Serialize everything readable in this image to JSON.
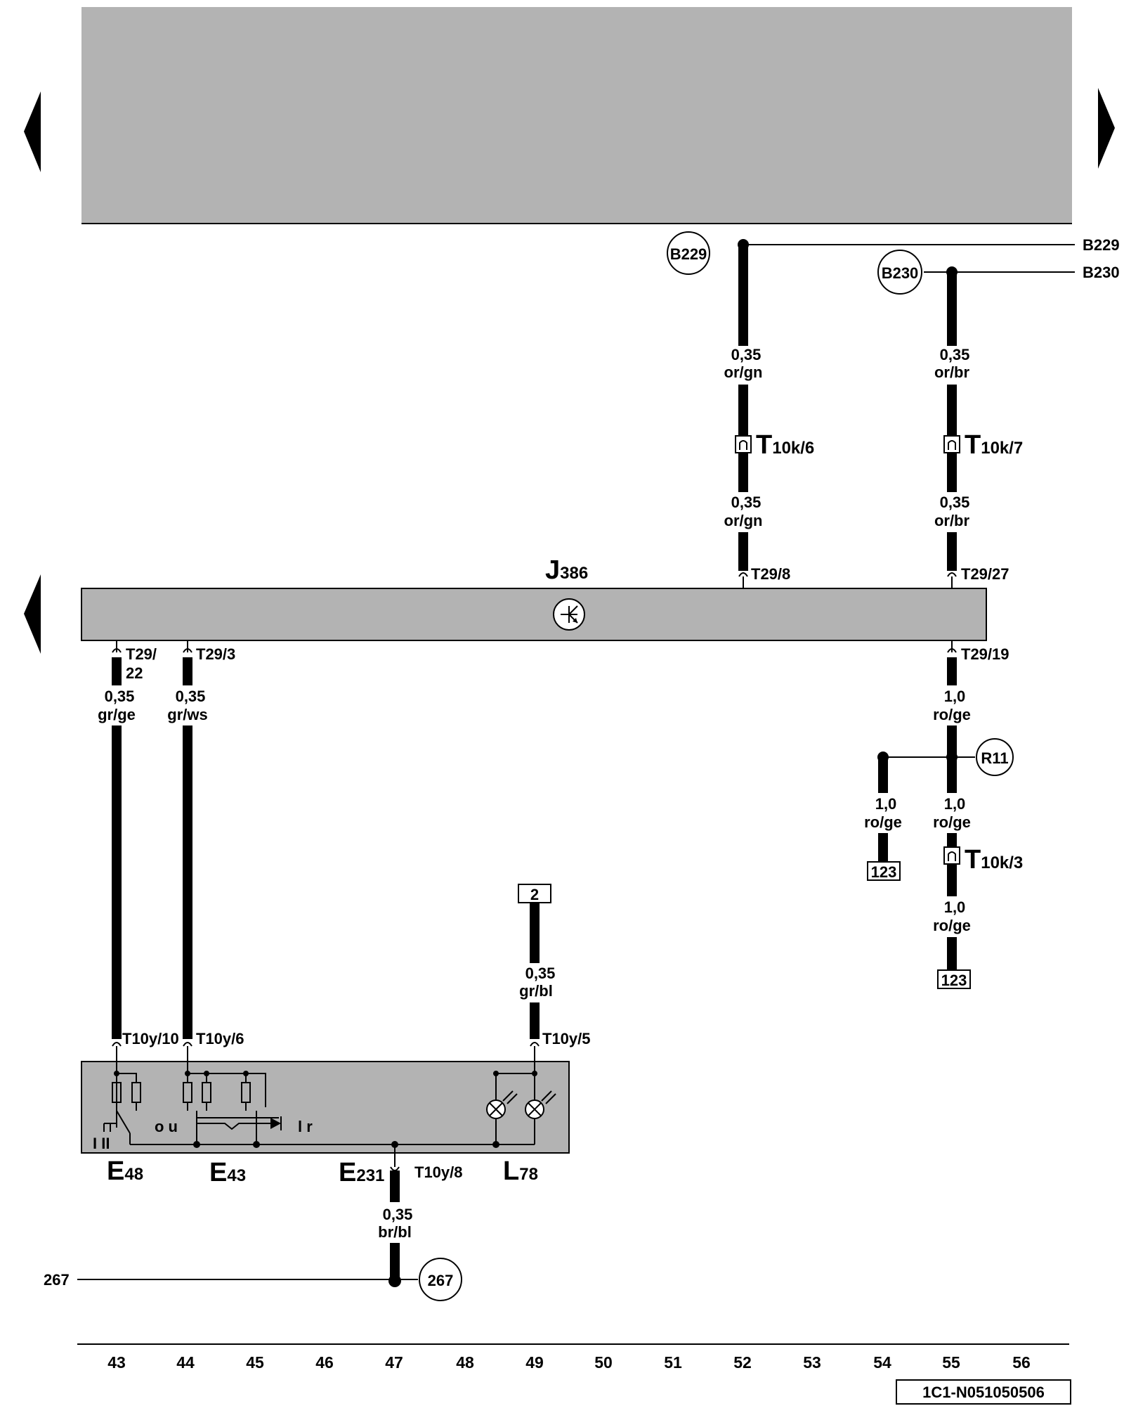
{
  "components": {
    "j386": "J",
    "j386_sub": "386",
    "e48": "E",
    "e48_sub": "48",
    "e43": "E",
    "e43_sub": "43",
    "e231": "E",
    "e231_sub": "231",
    "l78": "L",
    "l78_sub": "78"
  },
  "connectors": {
    "t10k6": "T",
    "t10k6_sub": "10k/6",
    "t10k7": "T",
    "t10k7_sub": "10k/7",
    "t10k3": "T",
    "t10k3_sub": "10k/3"
  },
  "pins": {
    "t29_8": "T29/8",
    "t29_27": "T29/27",
    "t29_22a": "T29/",
    "t29_22b": "22",
    "t29_3": "T29/3",
    "t29_19": "T29/19",
    "t10y_10": "T10y/10",
    "t10y_6": "T10y/6",
    "t10y_5": "T10y/5",
    "t10y_8": "T10y/8"
  },
  "wires": {
    "w52a_size": "0,35",
    "w52a_color": "or/gn",
    "w52b_size": "0,35",
    "w52b_color": "or/gn",
    "w55a_size": "0,35",
    "w55a_color": "or/br",
    "w55b_size": "0,35",
    "w55b_color": "or/br",
    "w43_size": "0,35",
    "w43_color": "gr/ge",
    "w44_size": "0,35",
    "w44_color": "gr/ws",
    "w55c_size": "1,0",
    "w55c_color": "ro/ge",
    "w54_size": "1,0",
    "w54_color": "ro/ge",
    "w55d_size": "1,0",
    "w55d_color": "ro/ge",
    "w55e_size": "1,0",
    "w55e_color": "ro/ge",
    "w49_size": "0,35",
    "w49_color": "gr/bl",
    "w47_size": "0,35",
    "w47_color": "br/bl"
  },
  "nodes": {
    "b229": "B229",
    "b229_ref": "B229",
    "b230": "B230",
    "b230_ref": "B230",
    "r11": "R11",
    "n267": "267",
    "n267_ref": "267"
  },
  "refs": {
    "box123a": "123",
    "box123b": "123",
    "box2": "2"
  },
  "switch_labels": {
    "pos_1_2": "I II",
    "pos_o_u": "o u",
    "pos_l_r": "l r"
  },
  "scale": [
    "43",
    "44",
    "45",
    "46",
    "47",
    "48",
    "49",
    "50",
    "51",
    "52",
    "53",
    "54",
    "55",
    "56"
  ],
  "footer": {
    "code": "1C1-N051050506"
  }
}
